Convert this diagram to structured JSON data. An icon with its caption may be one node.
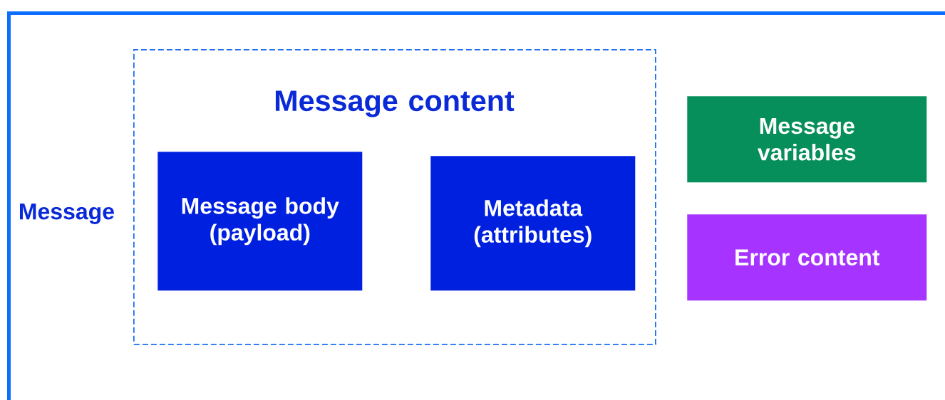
{
  "diagram": {
    "nodes": [
      {
        "text": [
          "Message"
        ]
      },
      {
        "text": [
          "Message content"
        ],
        "in": 0
      },
      {
        "text": [
          "Message body (payload)"
        ],
        "in": 1
      },
      {
        "text": [
          "Metadata (attributes)"
        ],
        "in": 1
      },
      {
        "text": [
          "Message variables"
        ],
        "in": 0
      },
      {
        "text": [
          "Error content"
        ],
        "in": 0
      }
    ]
  }
}
